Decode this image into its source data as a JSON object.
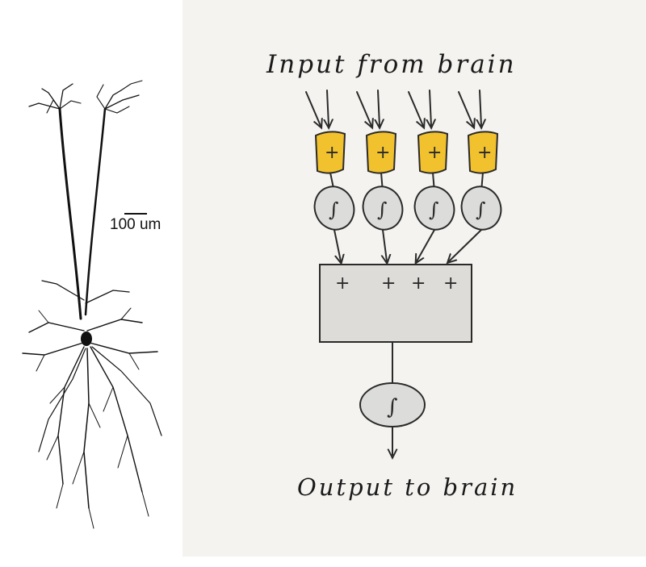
{
  "neuron": {
    "scale_label": "100 um"
  },
  "diagram": {
    "input_label": "Input from brain",
    "output_label": "Output to brain",
    "input_unit_symbol": "+",
    "sum_symbol": "+",
    "activation_symbol": "∫",
    "colors": {
      "input_box": "#f2c22e",
      "sum_box": "#dddcd8",
      "activation": "#dcdcda",
      "stroke": "#2a2a2a",
      "panel_bg": "#f4f3f0"
    },
    "branches": 4
  }
}
